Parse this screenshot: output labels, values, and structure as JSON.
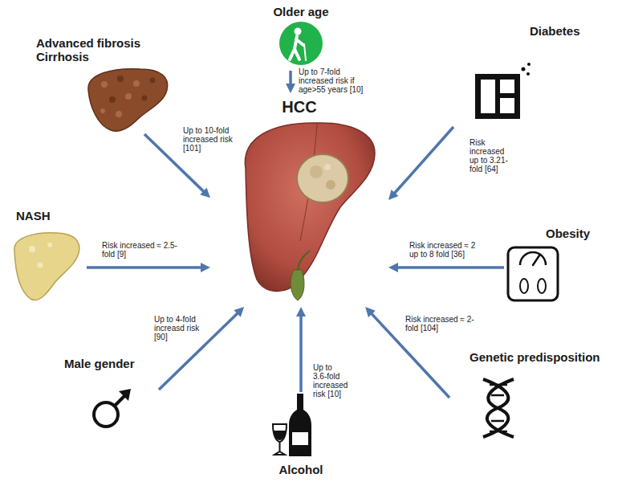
{
  "diagram": {
    "nodes": [
      {
        "text": [
          "Advanced fibrosis Cirrhosis"
        ]
      },
      {
        "text": [
          "Older age"
        ]
      },
      {
        "text": [
          "Diabetes"
        ]
      },
      {
        "text": [
          "HCC"
        ]
      },
      {
        "text": [
          "NASH"
        ]
      },
      {
        "text": [
          "Obesity"
        ]
      },
      {
        "text": [
          "Male gender"
        ]
      },
      {
        "text": [
          "Genetic predisposition"
        ]
      },
      {
        "text": [
          "Alcohol"
        ]
      }
    ],
    "edges": [
      {
        "from": 0,
        "to": 3,
        "label": "Up to 10-fold increased risk [101]",
        "arrow": "to"
      },
      {
        "from": 1,
        "to": 3,
        "label": "Up to 7-fold increased risk if age>55 years [10]",
        "arrow": "to"
      },
      {
        "from": 2,
        "to": 3,
        "label": "Risk increased up to 3.21-fold [64]",
        "arrow": "to"
      },
      {
        "from": 4,
        "to": 3,
        "label": "Risk increased ≈ 2.5-fold [9]",
        "arrow": "to"
      },
      {
        "from": 5,
        "to": 3,
        "label": "Risk increased ≈ 2 up to 8 fold [36]",
        "arrow": "to"
      },
      {
        "from": 6,
        "to": 3,
        "label": "Up to 4-fold increasd risk [90]",
        "arrow": "to"
      },
      {
        "from": 7,
        "to": 3,
        "label": "Risk increased ≈ 2-fold [104]",
        "arrow": "to"
      },
      {
        "from": 8,
        "to": 3,
        "label": "Up to 3.6-fold increased risk [10]",
        "arrow": "to"
      }
    ]
  }
}
